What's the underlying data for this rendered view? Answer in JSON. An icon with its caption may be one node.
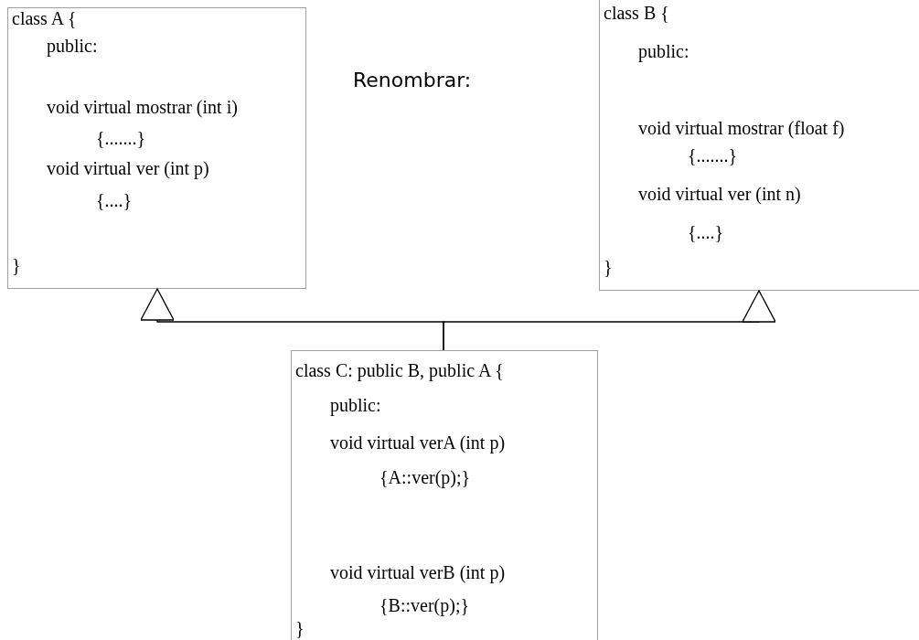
{
  "diagram": {
    "nodes": [
      {
        "text": [
          "class A {",
          "public:",
          "void virtual mostrar (int i)",
          "{.......}",
          "void virtual ver (int p)",
          "{....}",
          "}"
        ]
      },
      {
        "text": [
          "class B {",
          "public:",
          "void virtual mostrar (float f)",
          "{.......}",
          "void virtual ver (int n)",
          "{....}",
          "}"
        ]
      },
      {
        "text": [
          "class C: public B, public A {",
          "public:",
          "void virtual verA (int p)",
          "{A::ver(p);}",
          "void virtual verB (int p)",
          "{B::ver(p);}",
          "}"
        ]
      }
    ],
    "edges": [
      {
        "from": 2,
        "to": 0,
        "arrow": "to"
      },
      {
        "from": 2,
        "to": 1,
        "arrow": "to"
      }
    ],
    "labels": [
      "Renombrar:"
    ]
  }
}
